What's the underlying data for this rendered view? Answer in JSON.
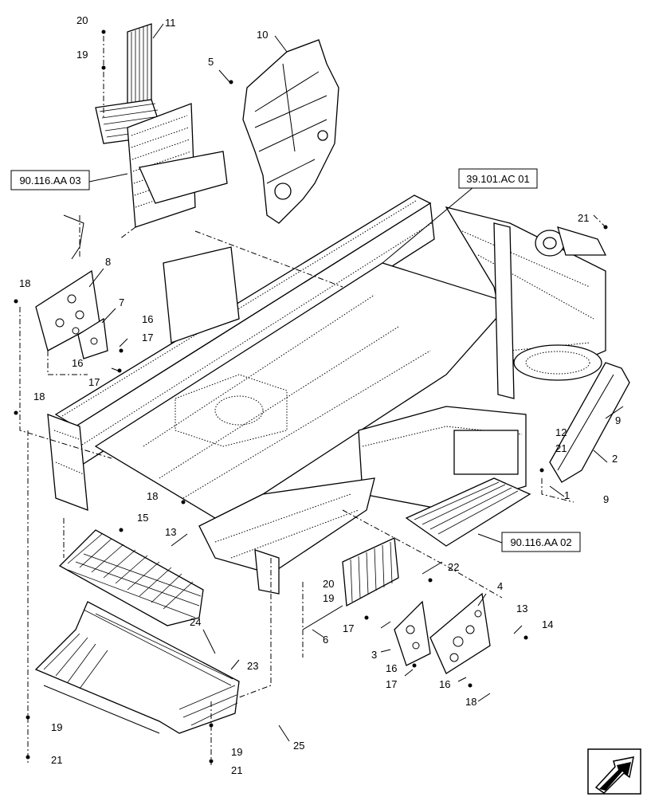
{
  "diagram": {
    "refs": [
      {
        "id": "ref-90116aa03",
        "text": "90.116.AA 03"
      },
      {
        "id": "ref-39101ac01",
        "text": "39.101.AC 01"
      },
      {
        "id": "ref-90116aa02",
        "text": "90.116.AA 02"
      }
    ],
    "callouts": [
      "20",
      "11",
      "19",
      "10",
      "5",
      "8",
      "18",
      "7",
      "16",
      "17",
      "16",
      "17",
      "18",
      "21",
      "12",
      "21",
      "2",
      "1",
      "9",
      "9",
      "18",
      "15",
      "13",
      "20",
      "19",
      "22",
      "4",
      "13",
      "14",
      "17",
      "6",
      "3",
      "16",
      "17",
      "16",
      "18",
      "24",
      "23",
      "25",
      "19",
      "21",
      "19",
      "21"
    ]
  }
}
